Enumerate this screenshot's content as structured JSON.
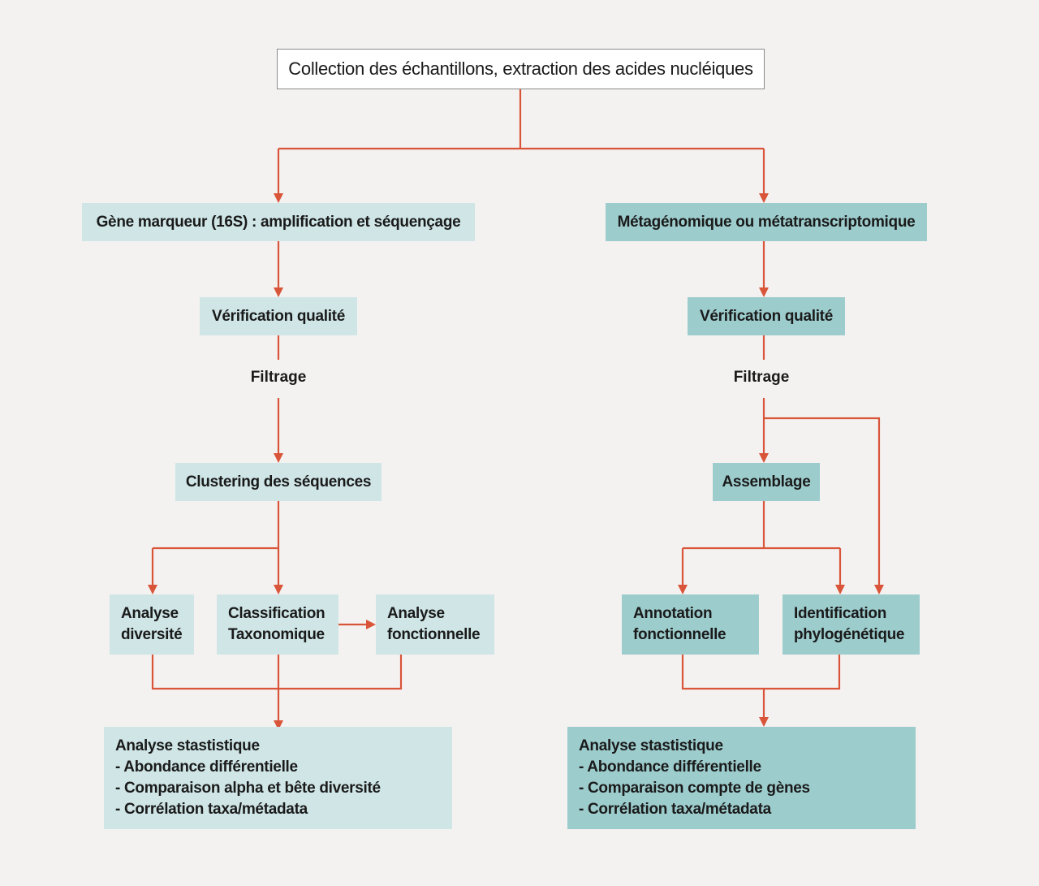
{
  "colors": {
    "background": "#f4f2f0",
    "connector": "#d9553a",
    "box_light": "#cfe5e6",
    "box_dark": "#9dcccd",
    "top_box": "#ffffff"
  },
  "top": {
    "title": "Collection des échantillons, extraction des acides nucléiques"
  },
  "left_branch": {
    "header": "Gène marqueur (16S) : amplification et séquençage",
    "quality": "Vérification qualité",
    "filter": "Filtrage",
    "clustering": "Clustering des séquences",
    "diversity": [
      "Analyse",
      "diversité"
    ],
    "taxonomy": [
      "Classification",
      "Taxonomique"
    ],
    "functional": [
      "Analyse",
      "fonctionnelle"
    ],
    "stats": [
      "Analyse stastistique",
      "- Abondance différentielle",
      "- Comparaison alpha et bête diversité",
      "- Corrélation taxa/métadata"
    ]
  },
  "right_branch": {
    "header": "Métagénomique ou métatranscriptomique",
    "quality": "Vérification qualité",
    "filter": "Filtrage",
    "assembly": "Assemblage",
    "annotation": [
      "Annotation",
      "fonctionnelle"
    ],
    "phylogeny": [
      "Identification",
      "phylogénétique"
    ],
    "stats": [
      "Analyse stastistique",
      "- Abondance différentielle",
      "- Comparaison compte de gènes",
      "- Corrélation taxa/métadata"
    ]
  }
}
